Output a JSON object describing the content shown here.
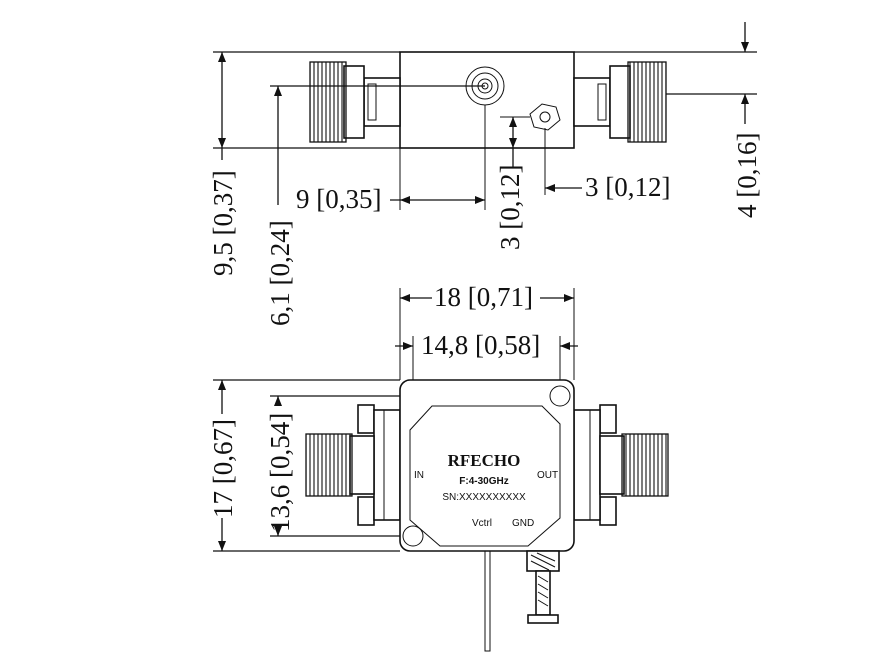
{
  "dimensions": {
    "body_length": "9 [0,35]",
    "vctrl_offset": "3 [0,12]",
    "gnd_offset": "3 [0,12]",
    "side_height": "4 [0,16]",
    "total_height": "9,5 [0,37]",
    "connector_height": "6,1 [0,24]",
    "width_total": "18 [0,71]",
    "hole_pitch_x": "14,8 [0,58]",
    "height_total": "17 [0,67]",
    "hole_pitch_y": "13,6 [0,54]"
  },
  "label": {
    "brand": "RFECHO",
    "freq": "F:4-30GHz",
    "serial": "SN:XXXXXXXXXX",
    "in": "IN",
    "out": "OUT",
    "vctrl": "Vctrl",
    "gnd": "GND"
  },
  "colors": {
    "line": "#111111",
    "background": "#ffffff"
  }
}
